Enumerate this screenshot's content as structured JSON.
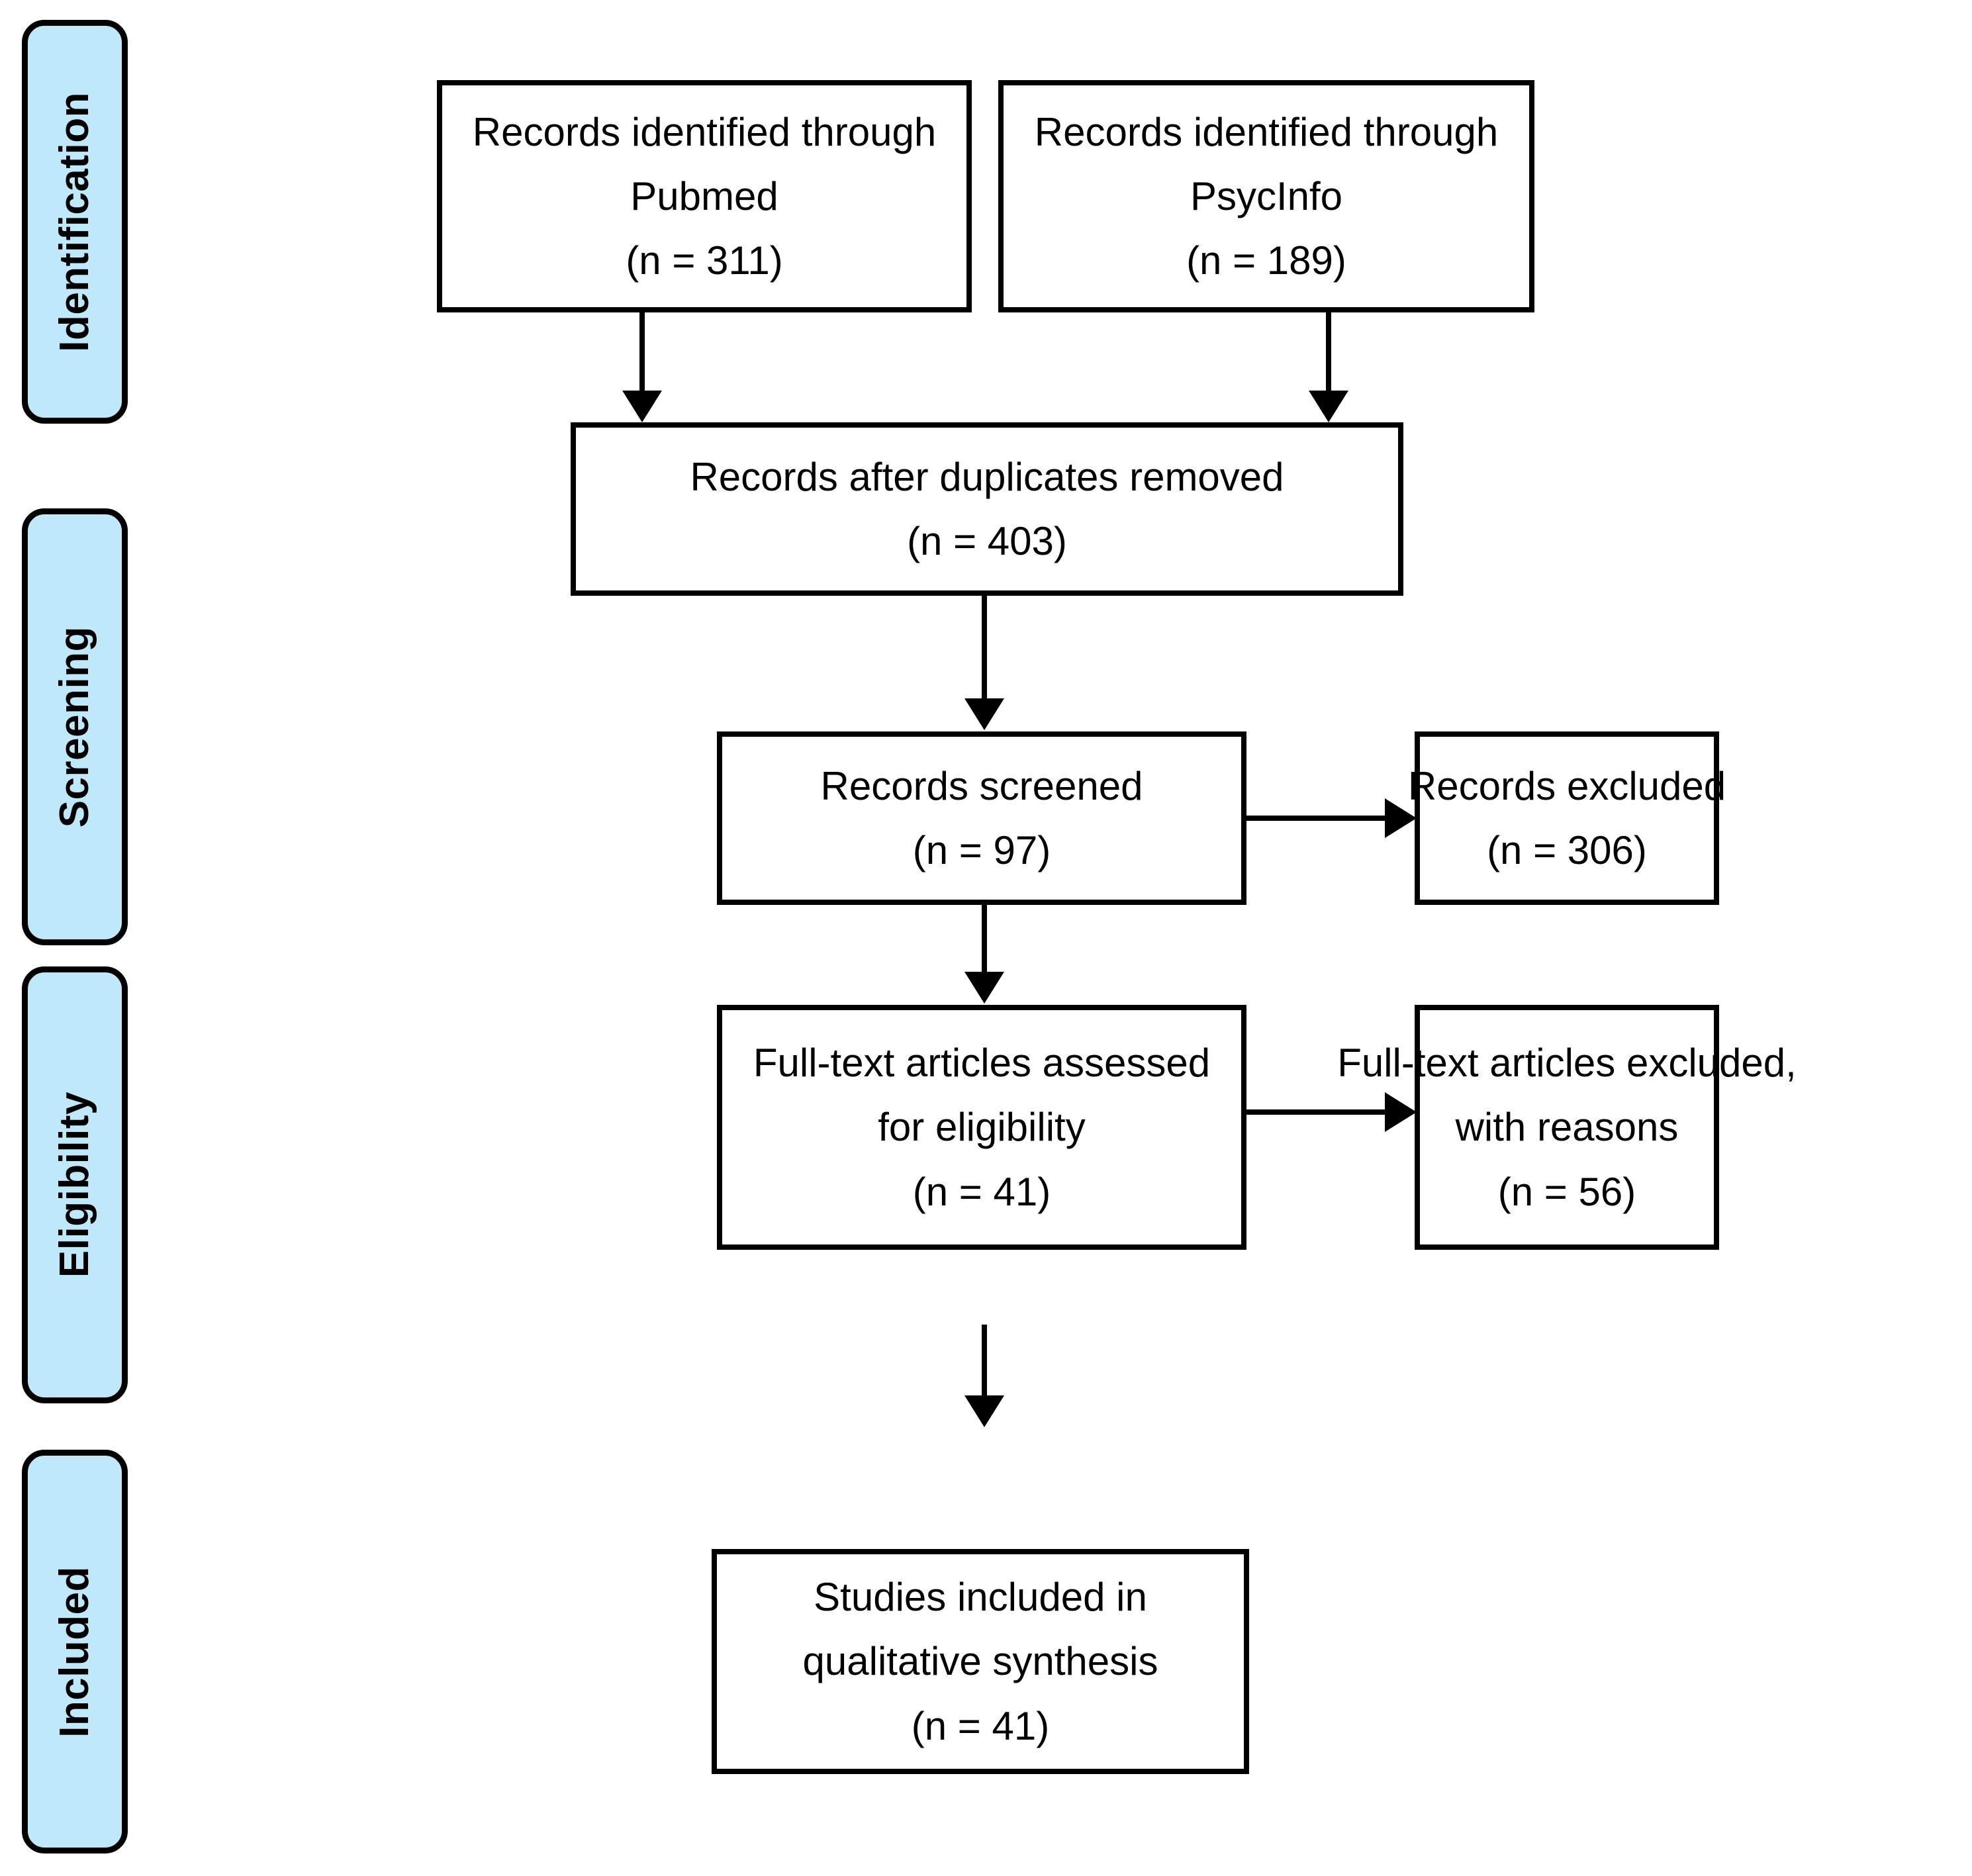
{
  "diagram": {
    "title": "PRISMA flow diagram",
    "stroke_color": "#000000",
    "stage_fill_color": "#bfe9fb",
    "box_fill_color": "#ffffff"
  },
  "stages": [
    {
      "id": "identification",
      "label": "Identification"
    },
    {
      "id": "screening",
      "label": "Screening"
    },
    {
      "id": "eligibility",
      "label": "Eligibility"
    },
    {
      "id": "included",
      "label": "Included"
    }
  ],
  "boxes": {
    "pubmed": {
      "line1": "Records identified through",
      "line2": "Pubmed",
      "line3": "(n = 311)",
      "count": 311
    },
    "psycinfo": {
      "line1": "Records identified through",
      "line2": "PsycInfo",
      "line3": "(n = 189)",
      "count": 189
    },
    "duplicates_removed": {
      "line1": "Records after duplicates removed",
      "line2": "(n = 403)",
      "count": 403
    },
    "records_screened": {
      "line1": "Records screened",
      "line2": "(n = 97)",
      "count": 97
    },
    "records_excluded": {
      "line1": "Records excluded",
      "line2": "(n = 306)",
      "count": 306
    },
    "fulltext_assessed": {
      "line1": "Full-text articles assessed",
      "line2": "for eligibility",
      "line3": "(n = 41)",
      "count": 41
    },
    "fulltext_excluded": {
      "line1": "Full-text articles excluded,",
      "line2": "with reasons",
      "line3": "(n = 56)",
      "count": 56
    },
    "studies_included": {
      "line1": "Studies included in",
      "line2": "qualitative synthesis",
      "line3": "(n = 41)",
      "count": 41
    }
  },
  "connectors": [
    {
      "id": "pubmed-to-duplicates",
      "type": "arrow-down"
    },
    {
      "id": "psycinfo-to-duplicates",
      "type": "arrow-down"
    },
    {
      "id": "duplicates-to-screened",
      "type": "arrow-down"
    },
    {
      "id": "screened-to-excluded",
      "type": "arrow-right"
    },
    {
      "id": "screened-to-fulltext",
      "type": "arrow-down"
    },
    {
      "id": "fulltext-to-excluded",
      "type": "arrow-right"
    },
    {
      "id": "fulltext-to-included",
      "type": "arrow-down"
    }
  ]
}
